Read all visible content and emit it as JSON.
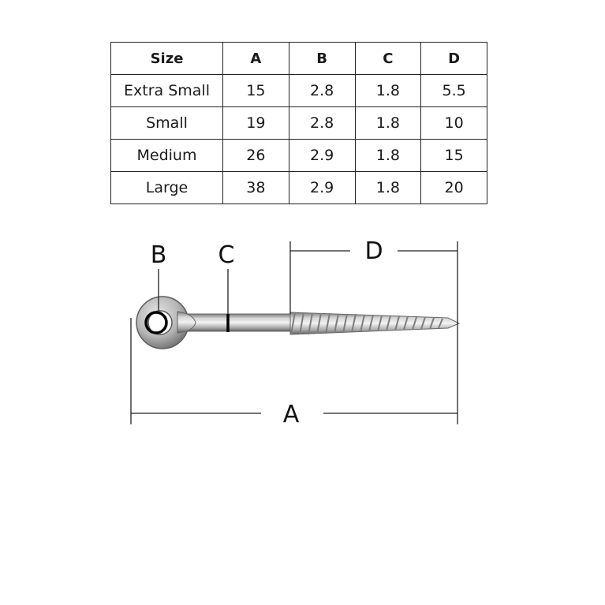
{
  "table": {
    "headers": [
      "Size",
      "A",
      "B",
      "C",
      "D"
    ],
    "rows": [
      [
        "Extra Small",
        "15",
        "2.8",
        "1.8",
        "5.5"
      ],
      [
        "Small",
        "19",
        "2.8",
        "1.8",
        "10"
      ],
      [
        "Medium",
        "26",
        "2.9",
        "1.8",
        "15"
      ],
      [
        "Large",
        "38",
        "2.9",
        "1.8",
        "20"
      ]
    ]
  },
  "diagram": {
    "label_a": "A",
    "label_b": "B",
    "label_c": "C",
    "label_d": "D"
  }
}
